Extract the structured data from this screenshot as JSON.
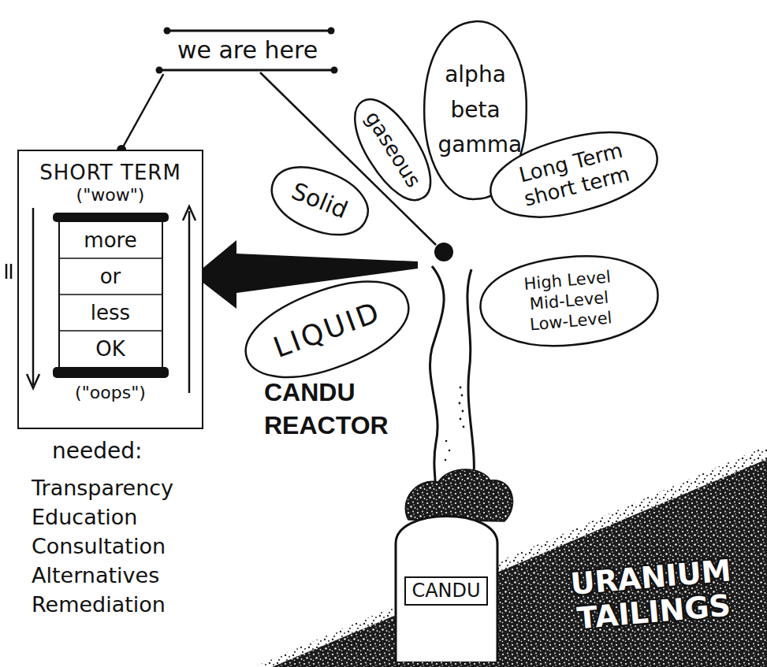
{
  "diagram": {
    "nodes": [
      {
        "text": [
          "we are here"
        ]
      },
      {
        "text": [
          "SHORT TERM",
          "(\"wow\")",
          "(\"oops\")"
        ]
      },
      {
        "text": [
          "more",
          "or",
          "less",
          "OK"
        ],
        "in": 1
      },
      {
        "text": [
          "gaseous"
        ]
      },
      {
        "text": [
          "alpha beta gamma"
        ]
      },
      {
        "text": [
          "Solid"
        ]
      },
      {
        "text": [
          "Long Term short term"
        ]
      },
      {
        "text": [
          "High Level Mid-Level Low-Level"
        ]
      },
      {
        "text": [
          "LIQUID"
        ]
      },
      {
        "text": [
          "CANDU"
        ]
      }
    ],
    "edges": [
      {
        "from": 0,
        "to": 1,
        "arrow": "none"
      }
    ],
    "labels": [
      "CANDU REACTOR",
      "needed:",
      "Transparency",
      "Education",
      "Consultation",
      "Alternatives",
      "Remediation",
      "URANIUM TAILINGS"
    ]
  }
}
